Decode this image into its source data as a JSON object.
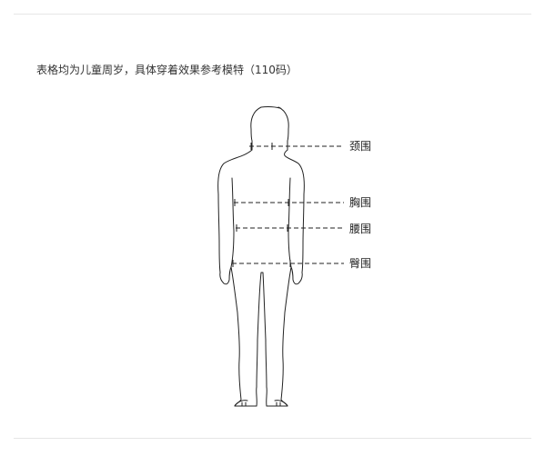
{
  "note": "表格均为儿童周岁，具体穿着效果参考模特（110码）",
  "measurements": {
    "neck": "颈围",
    "chest": "胸围",
    "waist": "腰围",
    "hip": "臀围"
  },
  "colors": {
    "outline": "#222222",
    "rule": "#e6e6e6",
    "text": "#333333"
  }
}
